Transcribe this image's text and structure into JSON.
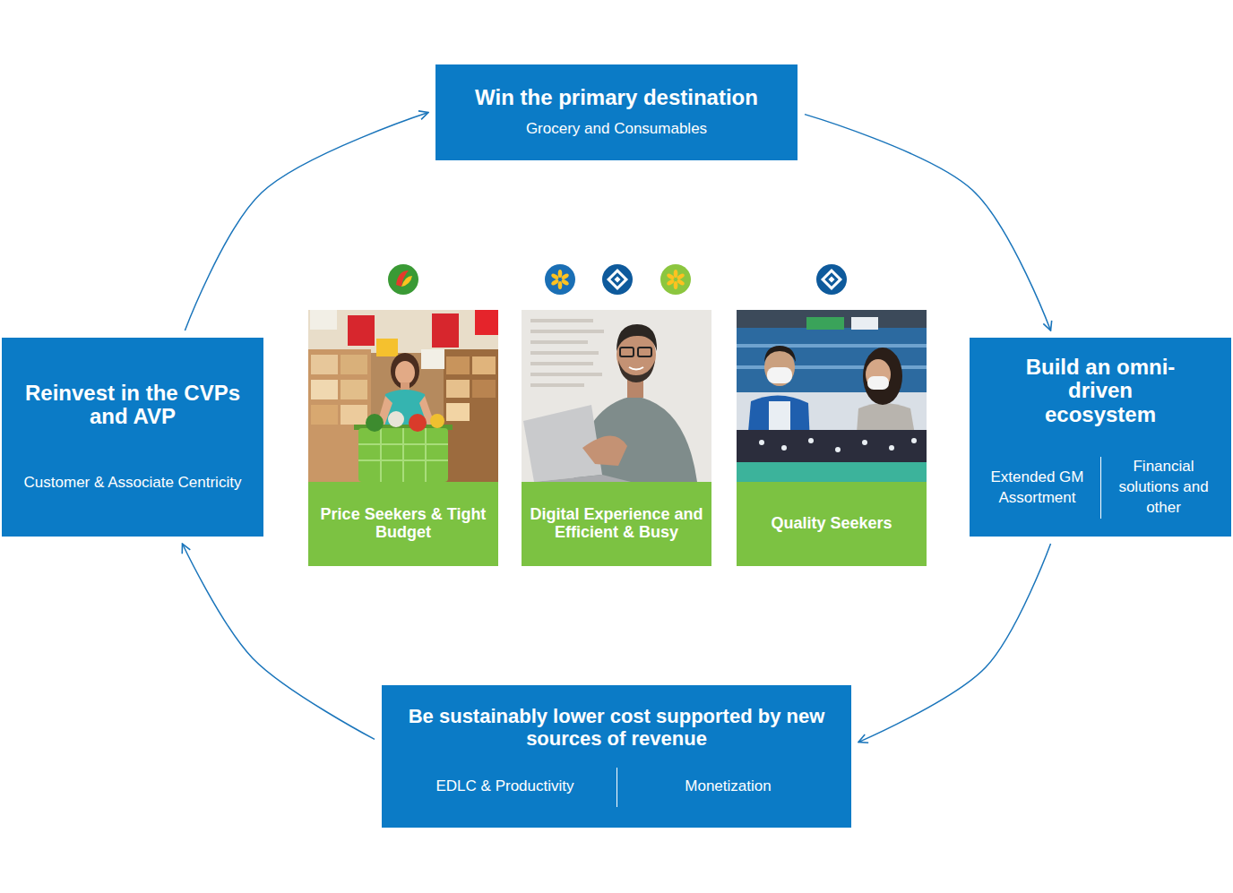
{
  "diagram": {
    "nodes": [
      {
        "text": [
          "Win the primary destination",
          "Grocery and Consumables"
        ]
      },
      {
        "text": [
          "Reinvest in the CVPs and AVP",
          "Customer & Associate Centricity"
        ]
      },
      {
        "text": [
          "Price Seekers & Tight Budget"
        ]
      },
      {
        "text": [
          "Digital Experience and Efficient & Busy"
        ]
      },
      {
        "text": [
          "Quality Seekers"
        ]
      },
      {
        "text": [
          "Build an omni-driven ecosystem",
          "Extended GM Assortment",
          "Financial solutions and other"
        ]
      },
      {
        "text": [
          "Be sustainably lower cost supported by new sources of revenue",
          "EDLC & Productivity",
          "Monetization"
        ]
      }
    ],
    "edges": [
      {
        "from": 0,
        "to": 5,
        "arrow": "to"
      },
      {
        "from": 5,
        "to": 6,
        "arrow": "to"
      },
      {
        "from": 6,
        "to": 1,
        "arrow": "to"
      },
      {
        "from": 1,
        "to": 0,
        "arrow": "to"
      }
    ]
  }
}
